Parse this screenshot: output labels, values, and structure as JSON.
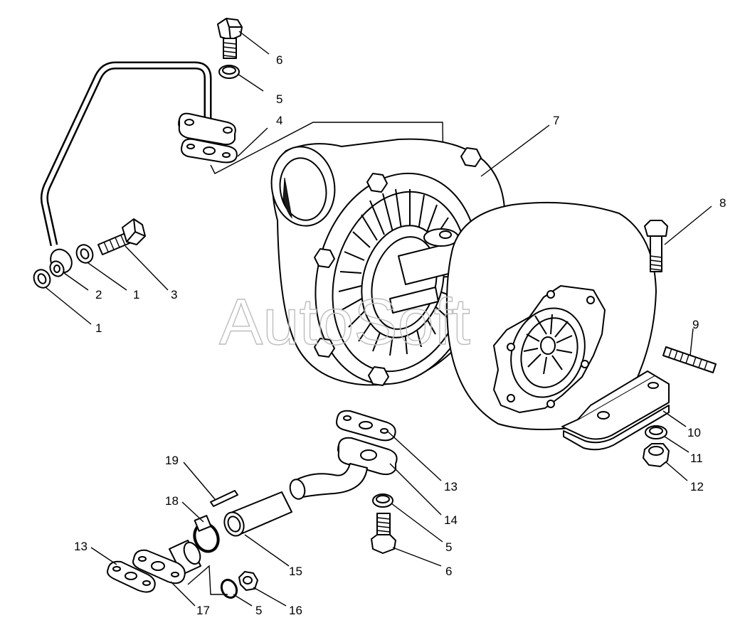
{
  "watermark": "AutoSoft",
  "callouts": [
    {
      "id": "c6a",
      "text": "6"
    },
    {
      "id": "c5a",
      "text": "5"
    },
    {
      "id": "c4",
      "text": "4"
    },
    {
      "id": "c7",
      "text": "7"
    },
    {
      "id": "c8",
      "text": "8"
    },
    {
      "id": "c2",
      "text": "2"
    },
    {
      "id": "c1a",
      "text": "1"
    },
    {
      "id": "c3",
      "text": "3"
    },
    {
      "id": "c1b",
      "text": "1"
    },
    {
      "id": "c9",
      "text": "9"
    },
    {
      "id": "c10",
      "text": "10"
    },
    {
      "id": "c11",
      "text": "11"
    },
    {
      "id": "c12",
      "text": "12"
    },
    {
      "id": "c19",
      "text": "19"
    },
    {
      "id": "c13a",
      "text": "13"
    },
    {
      "id": "c18",
      "text": "18"
    },
    {
      "id": "c14",
      "text": "14"
    },
    {
      "id": "c5b",
      "text": "5"
    },
    {
      "id": "c13b",
      "text": "13"
    },
    {
      "id": "c6b",
      "text": "6"
    },
    {
      "id": "c15",
      "text": "15"
    },
    {
      "id": "c17",
      "text": "17"
    },
    {
      "id": "c5c",
      "text": "5"
    },
    {
      "id": "c16",
      "text": "16"
    }
  ]
}
